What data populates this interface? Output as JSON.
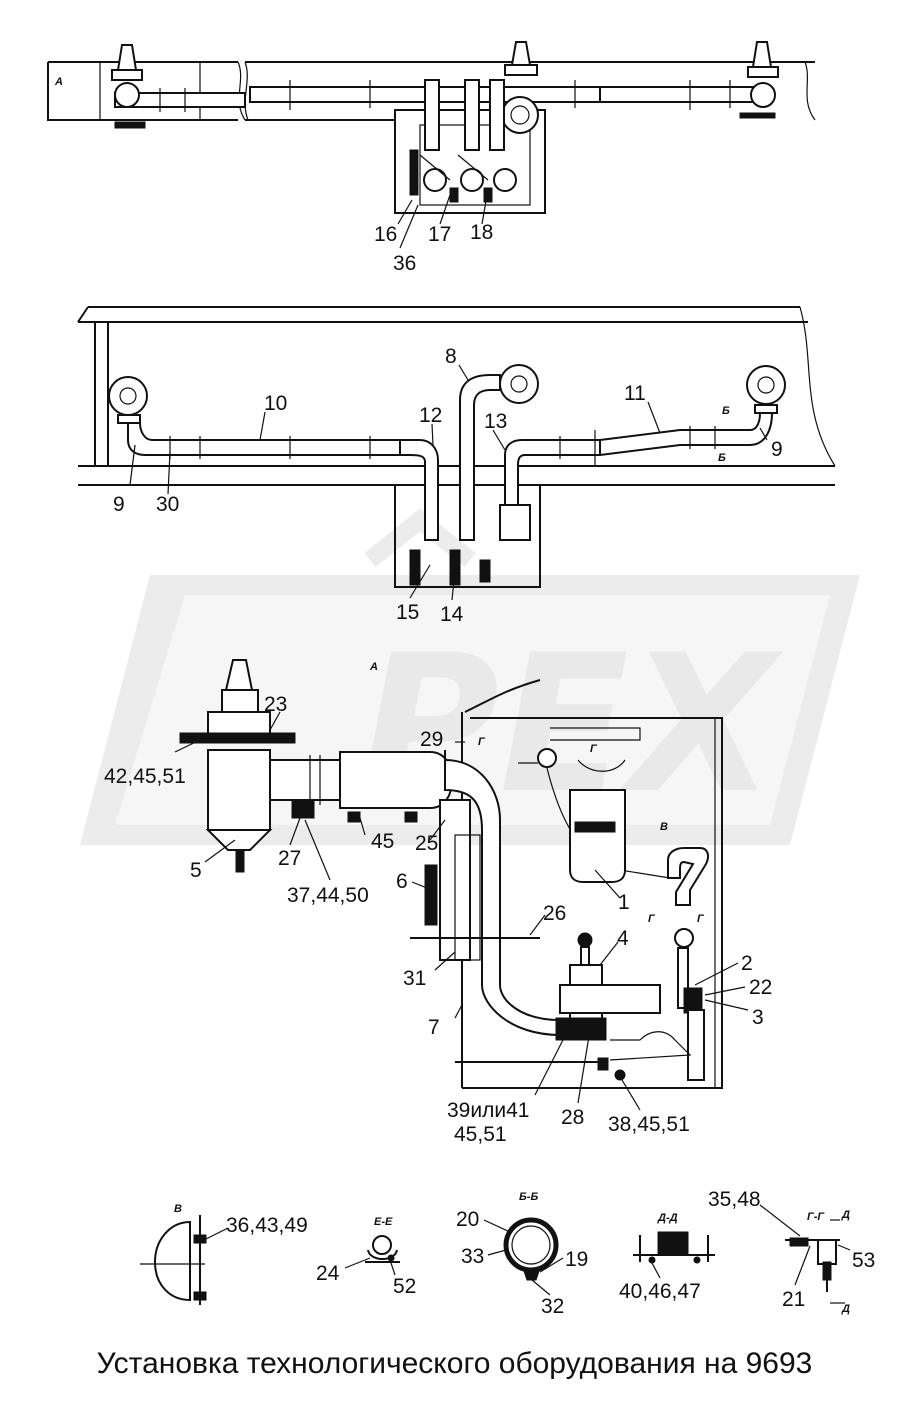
{
  "watermark": {
    "text": "PEX",
    "color": "#e9e9e9"
  },
  "caption": "Установка технологического оборудования на 9693",
  "view_marks": {
    "top_a": "А",
    "detail_a": "А",
    "b_top": "Б",
    "b_bottom": "Б",
    "section_v": "В",
    "g1": "Г",
    "g2": "Г",
    "g3": "Г",
    "g4": "Г"
  },
  "top_view": {
    "callouts": [
      "16",
      "17",
      "18",
      "36"
    ]
  },
  "middle_view": {
    "callouts": [
      "8",
      "10",
      "11",
      "12",
      "13",
      "9",
      "9",
      "30",
      "15",
      "14"
    ]
  },
  "detail_view": {
    "callouts": [
      "23",
      "29",
      "42,45,51",
      "45",
      "27",
      "25",
      "5",
      "37,44,50",
      "6",
      "1",
      "26",
      "4",
      "31",
      "2",
      "22",
      "3",
      "7",
      "28",
      "39или41",
      "45,51",
      "38,45,51"
    ]
  },
  "sections": {
    "v": {
      "title": "В",
      "callouts": [
        "36,43,49"
      ]
    },
    "e_e": {
      "title": "Е-Е",
      "callouts": [
        "24",
        "52"
      ]
    },
    "b_b": {
      "title": "Б-Б",
      "callouts": [
        "20",
        "33",
        "19",
        "32"
      ]
    },
    "d_d": {
      "title": "Д-Д",
      "callouts": [
        "40,46,47"
      ]
    },
    "g_g": {
      "title": "Г-Г",
      "callouts": [
        "35,48",
        "21",
        "53"
      ],
      "mark_top": "Д",
      "mark_bottom": "Д"
    }
  }
}
